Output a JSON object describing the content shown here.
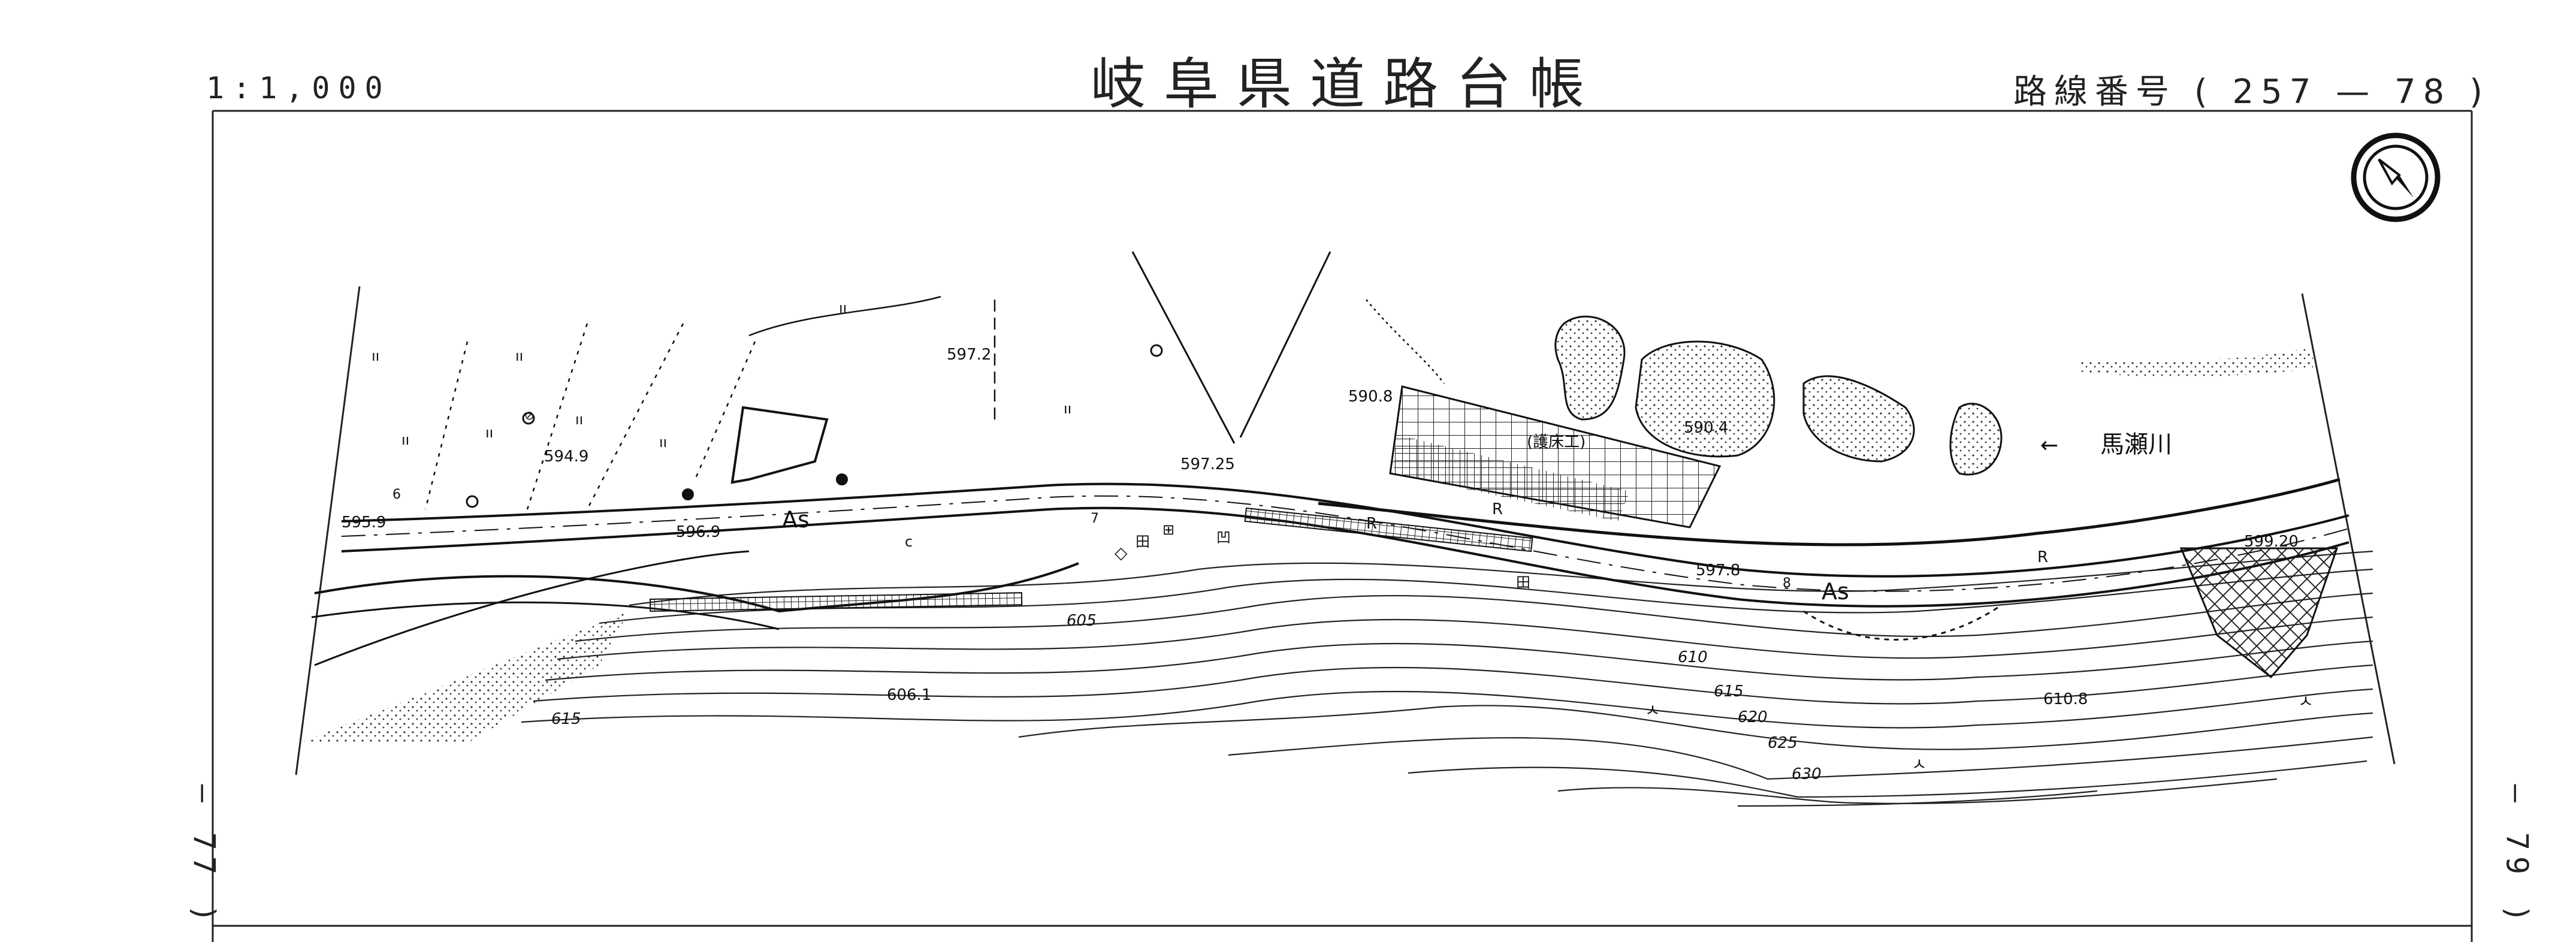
{
  "header": {
    "scale": "1:1,000",
    "title": "岐阜県道路台帳",
    "route_label": "路線番号",
    "route_open": "(",
    "route_number": "257",
    "route_dash": "—",
    "route_sheet": "78",
    "route_close": ")"
  },
  "margins": {
    "left_sheet": "— 77 )",
    "right_sheet": "— 79 )"
  },
  "map": {
    "elevations": [
      "595.9",
      "594.9",
      "597.2",
      "596.9",
      "590.8",
      "597.25",
      "590.4",
      "597.8",
      "599.20",
      "606.1",
      "610.8"
    ],
    "contours": [
      "605",
      "610",
      "615",
      "615",
      "620",
      "625",
      "630"
    ],
    "paving": [
      "As",
      "As"
    ],
    "river_name": "馬瀬川",
    "river_arrow": "←",
    "bed_label": "(護床工)",
    "road_marks": [
      "R",
      "R",
      "R"
    ],
    "field_mark": "田",
    "field_count_mark": "⊞",
    "grass_mark": "ıı",
    "shrine_mark": "⊘",
    "pillar_mark": "◇",
    "rock_mark": "ㅅ",
    "misc_marks": [
      "6",
      "8",
      "7",
      "c",
      "凹"
    ]
  }
}
